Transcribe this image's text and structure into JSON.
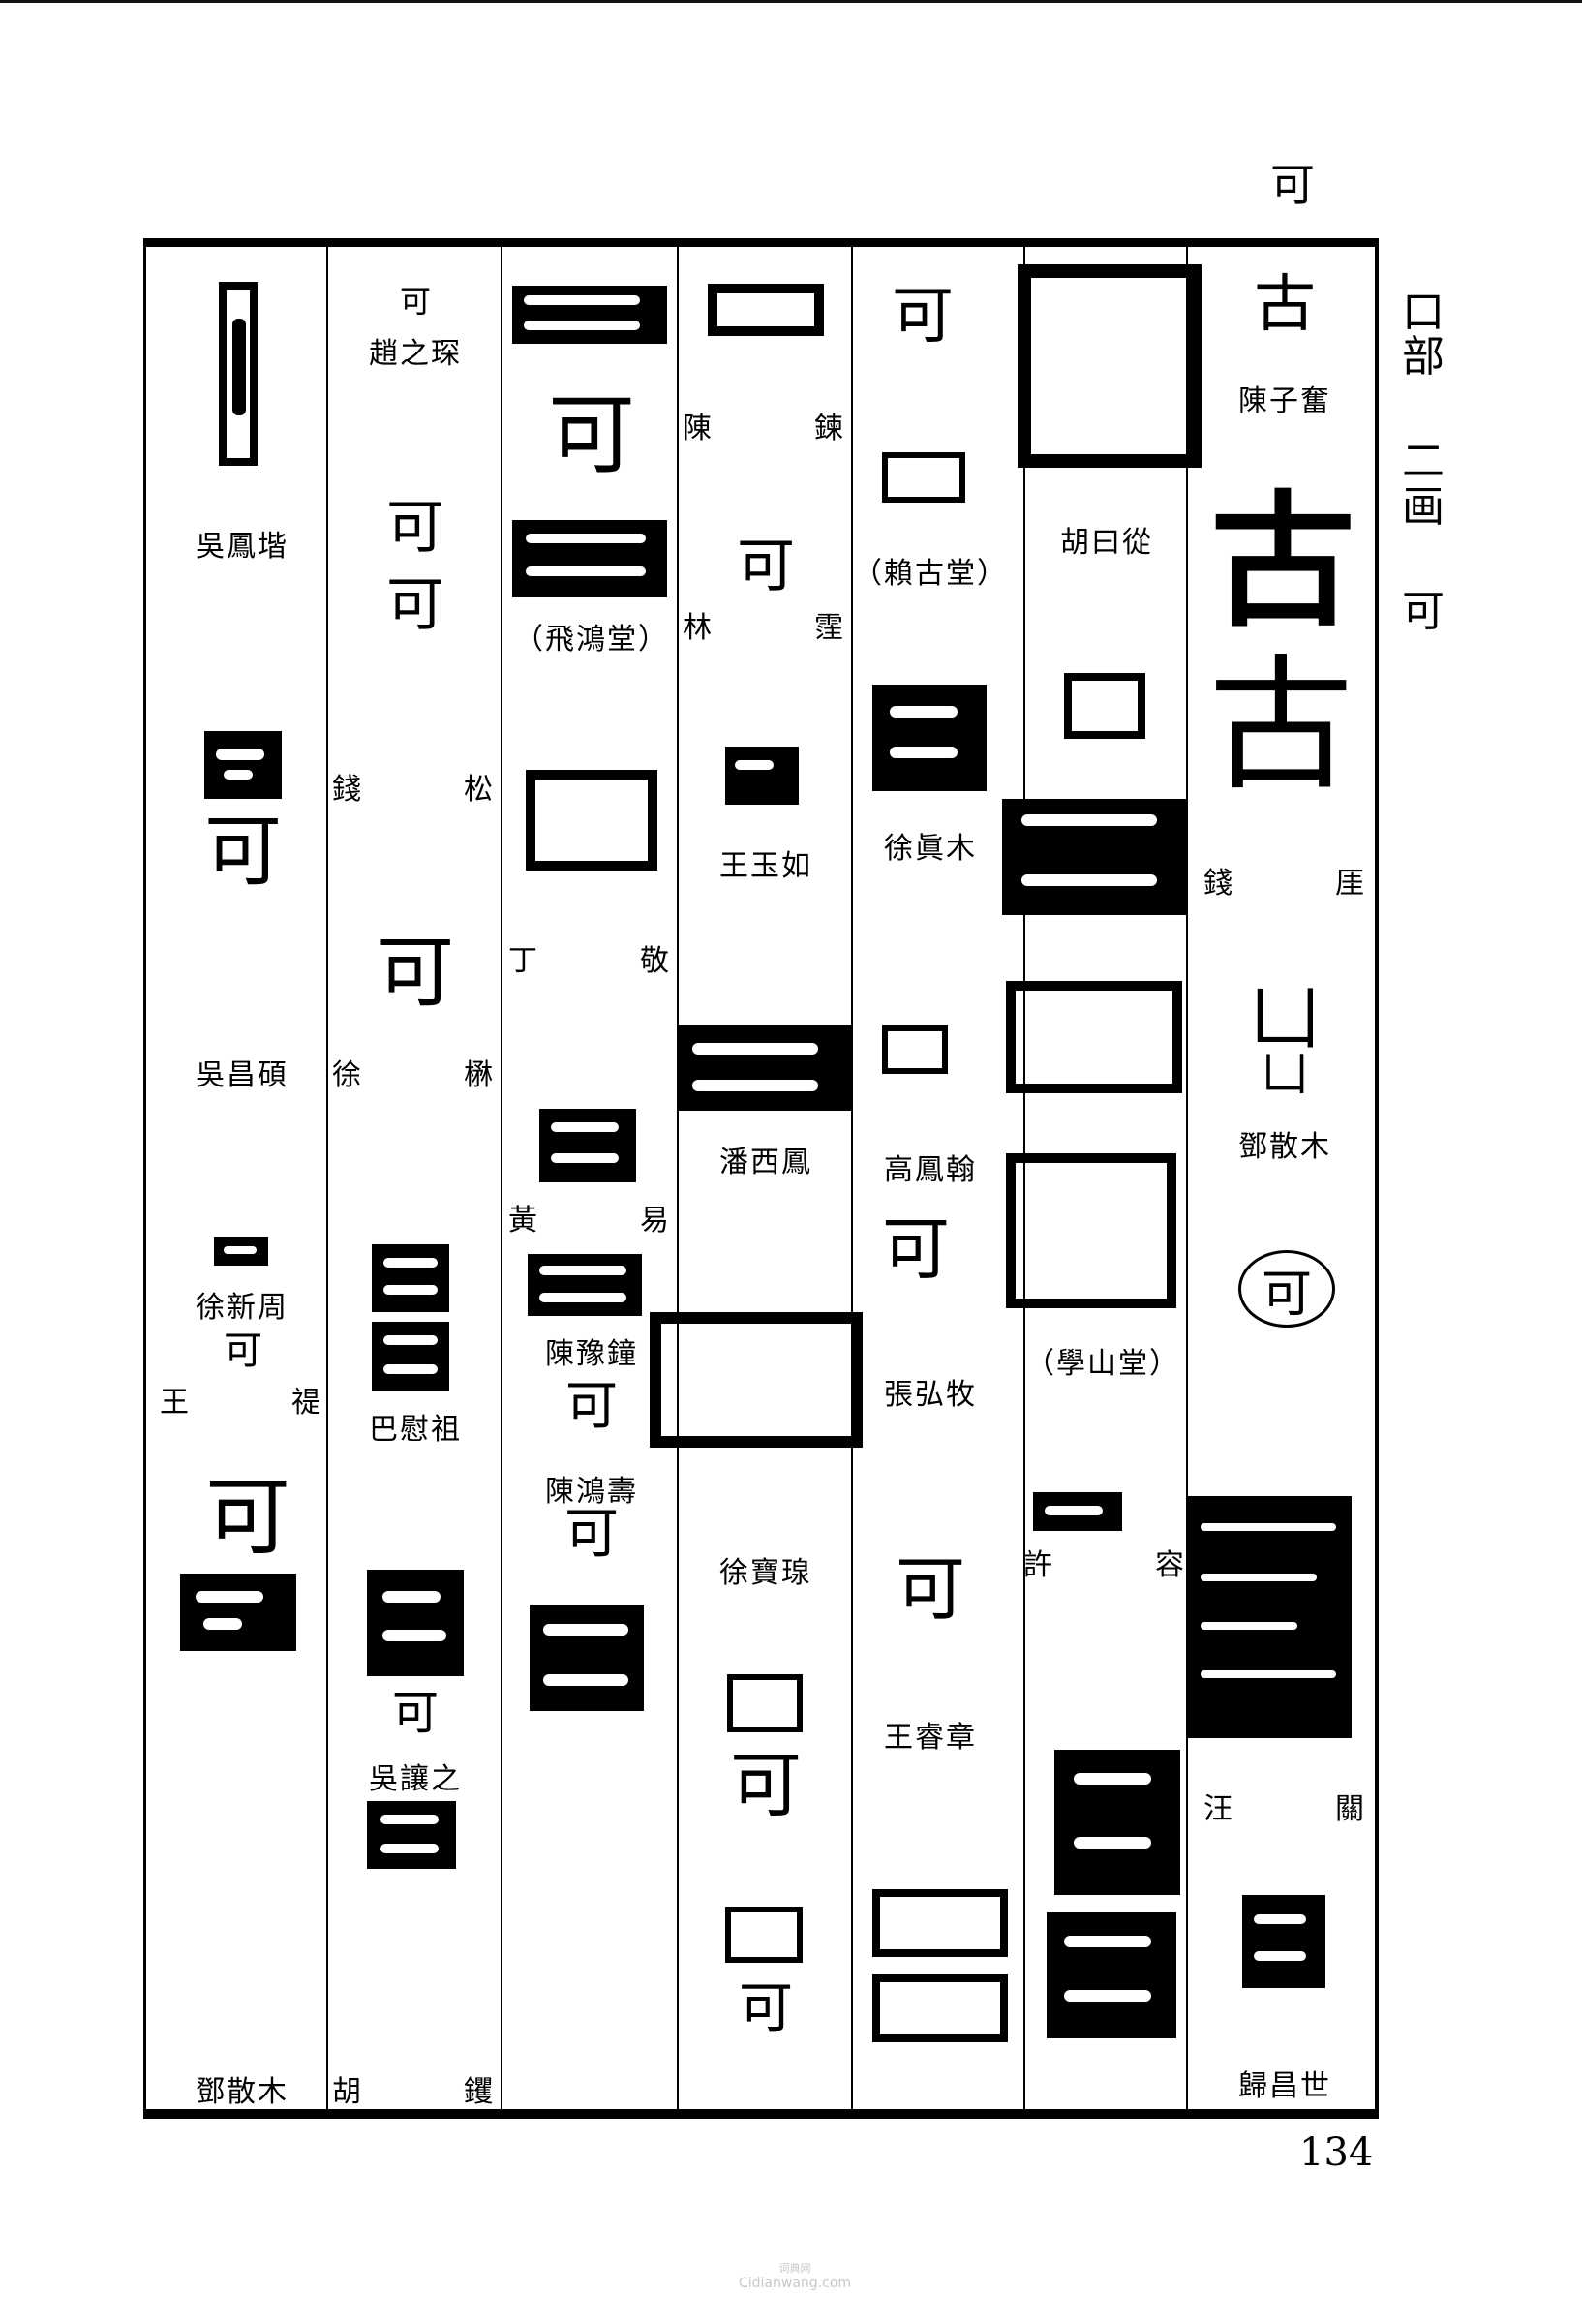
{
  "page": {
    "heading_char": "可",
    "side_index": [
      "口",
      "部",
      "二",
      "画",
      "可"
    ],
    "page_number": "134",
    "watermark_cn": "词典网",
    "watermark_en": "Cidianwang.com"
  },
  "columns": [
    {
      "index": 1,
      "entries": [
        {
          "label": "陳子奮",
          "glyph": "古"
        },
        {
          "label": "錢　厓",
          "glyph": "古"
        },
        {
          "label": "鄧散木",
          "glyph": "凵"
        },
        {
          "label": "可",
          "type": "circled-character"
        },
        {
          "label": "汪　關",
          "glyph": "seal"
        },
        {
          "label": "歸昌世",
          "glyph": "seal"
        }
      ]
    },
    {
      "index": 2,
      "entries": [
        {
          "label": "胡曰從",
          "glyph": "seal"
        },
        {
          "label": "（學山堂）",
          "glyph": "seal"
        },
        {
          "label": "許　容",
          "glyph": "seal"
        }
      ]
    },
    {
      "index": 3,
      "entries": [
        {
          "label": "（賴古堂）",
          "glyph": "seal"
        },
        {
          "label": "徐眞木",
          "glyph": "seal"
        },
        {
          "label": "高鳳翰",
          "glyph": "seal"
        },
        {
          "label": "張弘牧",
          "glyph": "seal"
        },
        {
          "label": "王睿章",
          "glyph": "seal"
        }
      ]
    },
    {
      "index": 4,
      "entries": [
        {
          "label": "陳　鍊",
          "glyph": "seal"
        },
        {
          "label": "林　霔",
          "glyph": "seal"
        },
        {
          "label": "王玉如",
          "glyph": "seal"
        },
        {
          "label": "潘西鳳",
          "glyph": "seal"
        },
        {
          "label": "徐寶瑔",
          "glyph": "seal"
        }
      ]
    },
    {
      "index": 5,
      "entries": [
        {
          "label": "（飛鴻堂）",
          "glyph": "seal"
        },
        {
          "label": "丁　敬",
          "glyph": "seal"
        },
        {
          "label": "黃　易",
          "glyph": "seal"
        },
        {
          "label": "陳豫鐘",
          "glyph": "seal"
        },
        {
          "label": "陳鴻壽",
          "glyph": "seal"
        }
      ]
    },
    {
      "index": 6,
      "entries": [
        {
          "label": "趙之琛",
          "glyph": "seal"
        },
        {
          "label": "錢　松",
          "glyph": "seal"
        },
        {
          "label": "徐　楙",
          "glyph": "seal"
        },
        {
          "label": "巴慰祖",
          "glyph": "seal"
        },
        {
          "label": "吳讓之",
          "glyph": "seal"
        },
        {
          "label": "胡　钁",
          "glyph": "seal"
        }
      ]
    },
    {
      "index": 7,
      "entries": [
        {
          "label": "吳鳳堦",
          "glyph": "seal"
        },
        {
          "label": "吳昌碩",
          "glyph": "seal"
        },
        {
          "label": "徐新周",
          "glyph": "seal"
        },
        {
          "label": "王　禔",
          "glyph": "seal"
        },
        {
          "label": "鄧散木",
          "glyph": "seal"
        }
      ]
    }
  ]
}
